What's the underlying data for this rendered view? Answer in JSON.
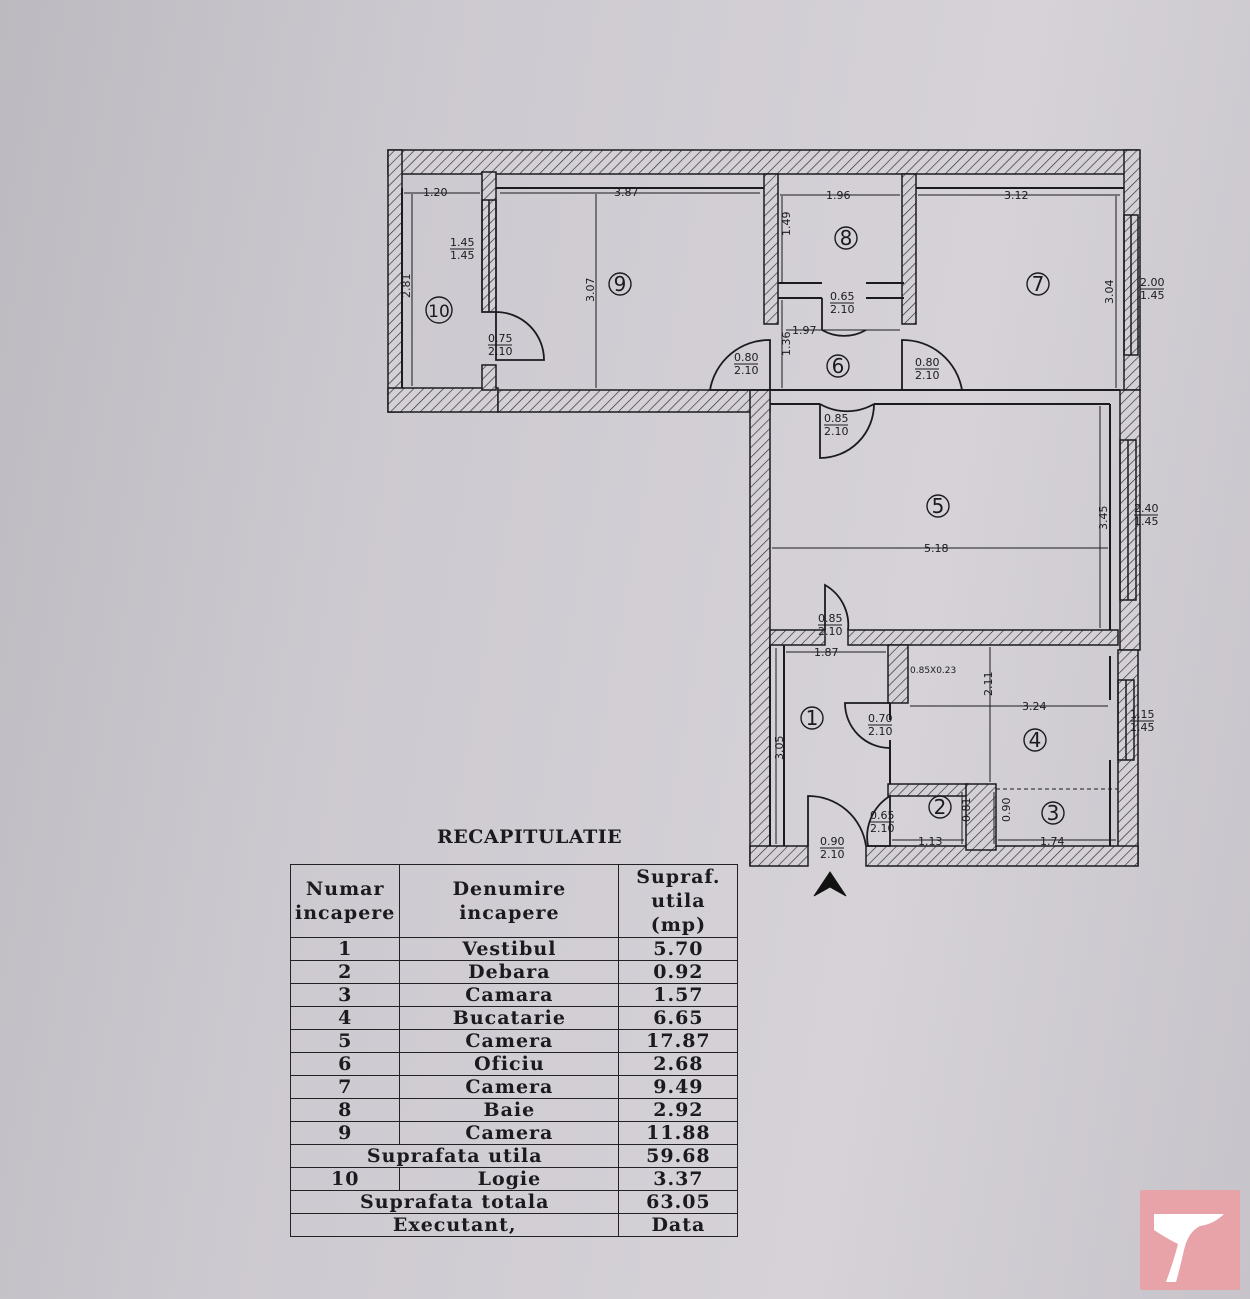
{
  "plan": {
    "rooms": [
      {
        "num": "1"
      },
      {
        "num": "2"
      },
      {
        "num": "3"
      },
      {
        "num": "4"
      },
      {
        "num": "5"
      },
      {
        "num": "6"
      },
      {
        "num": "7"
      },
      {
        "num": "8"
      },
      {
        "num": "9"
      },
      {
        "num": "10"
      }
    ],
    "dims": {
      "d_1_20": "1.20",
      "d_3_87": "3.87",
      "d_1_96": "1.96",
      "d_3_12": "3.12",
      "d_2_81": "2.81",
      "d_3_07": "3.07",
      "d_1_49": "1.49",
      "d_3_04": "3.04",
      "d_1_36": "1.36",
      "d_1_97": "1.97",
      "d_5_18": "5.18",
      "d_3_45": "3.45",
      "d_1_87": "1.87",
      "d_2_11": "2.11",
      "d_3_24": "3.24",
      "d_3_05": "3.05",
      "d_1_13": "1.13",
      "d_1_74": "1.74",
      "d_0_81": "0.81",
      "d_0_90": "0.90",
      "vent": "0.85X0.23"
    },
    "openings": [
      {
        "top": "1.45",
        "bottom": "1.45"
      },
      {
        "top": "0.75",
        "bottom": "2.10"
      },
      {
        "top": "0.65",
        "bottom": "2.10"
      },
      {
        "top": "0.80",
        "bottom": "2.10"
      },
      {
        "top": "0.80",
        "bottom": "2.10"
      },
      {
        "top": "0.85",
        "bottom": "2.10"
      },
      {
        "top": "2.00",
        "bottom": "1.45"
      },
      {
        "top": "2.40",
        "bottom": "1.45"
      },
      {
        "top": "0.85",
        "bottom": "2.10"
      },
      {
        "top": "0.70",
        "bottom": "2.10"
      },
      {
        "top": "1.15",
        "bottom": "1.45"
      },
      {
        "top": "0.65",
        "bottom": "2.10"
      },
      {
        "top": "0.90",
        "bottom": "2.10"
      }
    ]
  },
  "recap": {
    "title": "RECAPITULATIE",
    "headers": {
      "h1": [
        "Numar",
        "incapere"
      ],
      "h2": [
        "Denumire",
        "incapere"
      ],
      "h3": [
        "Supraf.",
        "utila",
        "(mp)"
      ]
    },
    "rows": [
      {
        "num": "1",
        "name": "Vestibul",
        "area": "5.70"
      },
      {
        "num": "2",
        "name": "Debara",
        "area": "0.92"
      },
      {
        "num": "3",
        "name": "Camara",
        "area": "1.57"
      },
      {
        "num": "4",
        "name": "Bucatarie",
        "area": "6.65"
      },
      {
        "num": "5",
        "name": "Camera",
        "area": "17.87"
      },
      {
        "num": "6",
        "name": "Oficiu",
        "area": "2.68"
      },
      {
        "num": "7",
        "name": "Camera",
        "area": "9.49"
      },
      {
        "num": "8",
        "name": "Baie",
        "area": "2.92"
      },
      {
        "num": "9",
        "name": "Camera",
        "area": "11.88"
      }
    ],
    "subtotal": {
      "label": "Suprafata utila",
      "area": "59.68"
    },
    "logie": {
      "num": "10",
      "name": "Logie",
      "area": "3.37"
    },
    "total": {
      "label": "Suprafata totala",
      "area": "63.05"
    },
    "footer": {
      "left": "Executant,",
      "right": "Data"
    }
  },
  "colors": {
    "paper": "#cdc9d0",
    "ink": "#1b1b1f",
    "logo": "#e8a3a8"
  }
}
